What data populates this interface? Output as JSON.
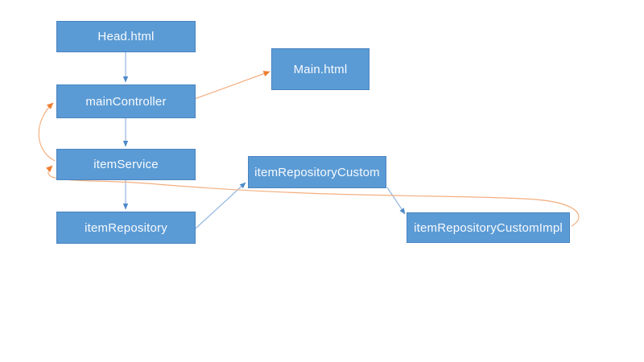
{
  "diagram": {
    "nodes": [
      {
        "id": "head-html",
        "label": "Head.html"
      },
      {
        "id": "main-controller",
        "label": "mainController"
      },
      {
        "id": "main-html",
        "label": "Main.html"
      },
      {
        "id": "item-service",
        "label": "itemService"
      },
      {
        "id": "item-repository",
        "label": "itemRepository"
      },
      {
        "id": "item-repository-custom",
        "label": "itemRepositoryCustom"
      },
      {
        "id": "item-repository-custom-impl",
        "label": "itemRepositoryCustomImpl"
      }
    ],
    "edges": [
      {
        "from": "Head.html",
        "to": "mainController",
        "color": "blue",
        "style": "straight-down"
      },
      {
        "from": "mainController",
        "to": "itemService",
        "color": "blue",
        "style": "straight-down"
      },
      {
        "from": "itemService",
        "to": "itemRepository",
        "color": "blue",
        "style": "straight-down"
      },
      {
        "from": "itemRepository",
        "to": "itemRepositoryCustom",
        "color": "blue",
        "style": "diagonal-up"
      },
      {
        "from": "itemRepositoryCustom",
        "to": "itemRepositoryCustomImpl",
        "color": "blue",
        "style": "diagonal-down"
      },
      {
        "from": "mainController",
        "to": "Main.html",
        "color": "orange",
        "style": "diagonal-up"
      },
      {
        "from": "itemService",
        "to": "mainController",
        "color": "orange",
        "style": "curve-left"
      },
      {
        "from": "itemRepositoryCustomImpl",
        "to": "itemService",
        "color": "orange",
        "style": "long-sweep-left"
      }
    ],
    "colors": {
      "node_fill": "#5B9BD5",
      "node_border": "#4A84C0",
      "node_text": "#F7FAFD",
      "blue_connector": "#92B5E2",
      "blue_arrowhead": "#4E8AC8",
      "orange_connector": "#F3AF80",
      "orange_arrowhead": "#ED7D31"
    }
  }
}
